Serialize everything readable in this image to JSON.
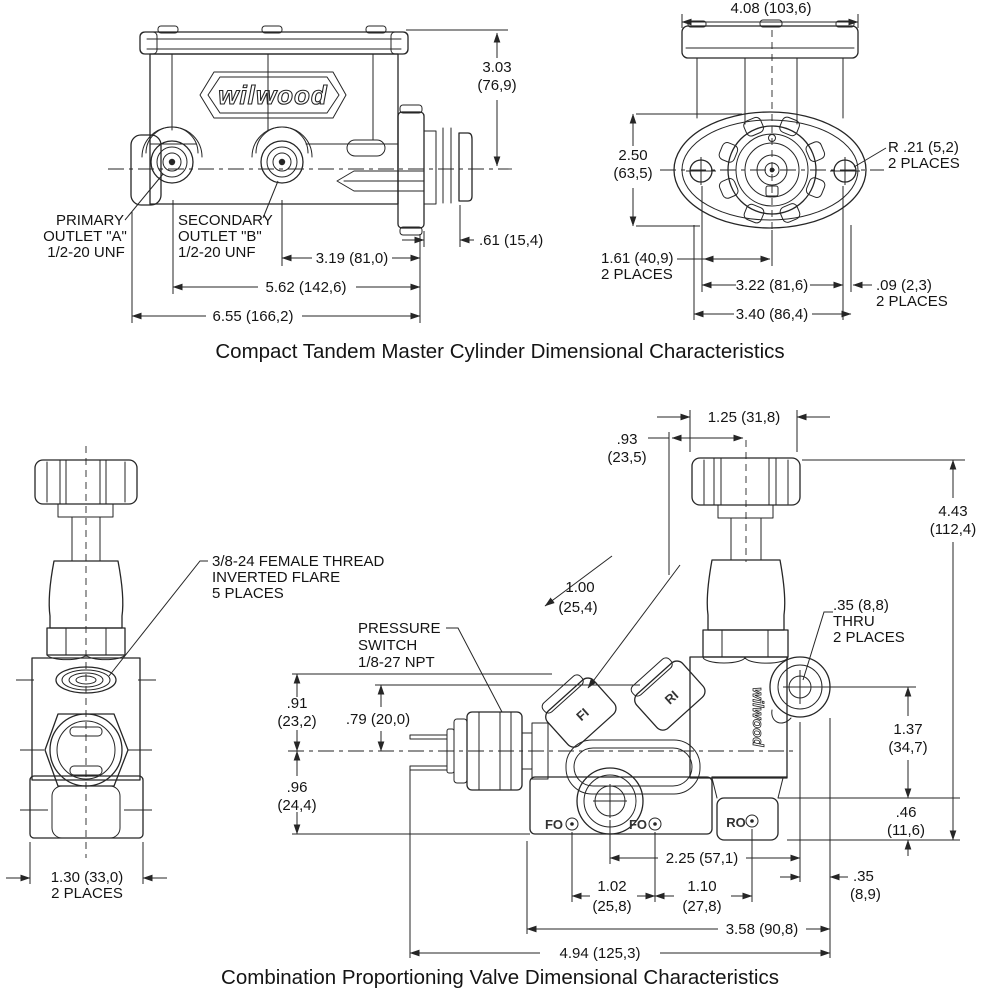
{
  "mc": {
    "caption": "Compact Tandem Master Cylinder Dimensional Characteristics",
    "brand": "wilwood",
    "side": {
      "primary": [
        "PRIMARY",
        "OUTLET \"A\"",
        "1/2-20 UNF"
      ],
      "secondary": [
        "SECONDARY",
        "OUTLET \"B\"",
        "1/2-20 UNF"
      ],
      "dim_height": [
        "3.03",
        "(76,9)"
      ],
      "dim_pushrod": ".61 (15,4)",
      "dim_outlet_b": "3.19 (81,0)",
      "dim_outlet_a": "5.62 (142,6)",
      "dim_overall": "6.55 (166,2)"
    },
    "end": {
      "dim_width": "4.08 (103,6)",
      "dim_flange_height": [
        "2.50",
        "(63,5)"
      ],
      "slot_radius": [
        "R .21 (5,2)",
        "2 PLACES"
      ],
      "dim_center_bolt": [
        "1.61 (40,9)",
        "2 PLACES"
      ],
      "dim_bolt_span": "3.22 (81,6)",
      "dim_slot_offset": [
        ".09 (2,3)",
        "2 PLACES"
      ],
      "dim_flange_span": "3.40 (86,4)"
    }
  },
  "pv": {
    "caption": "Combination Proportioning Valve Dimensional Characteristics",
    "brand": "wilwood",
    "end": {
      "thread_label": [
        "3/8-24 FEMALE THREAD",
        "INVERTED FLARE",
        "5 PLACES"
      ],
      "dim_width": [
        "1.30 (33,0)",
        "2 PLACES"
      ]
    },
    "side": {
      "pressure_switch": [
        "PRESSURE",
        "SWITCH",
        "1/8-27 NPT"
      ],
      "ports": {
        "fi": "FI",
        "ri": "RI",
        "fo_left": "FO",
        "fo_right": "FO",
        "ro": "RO"
      },
      "dim_knob_offset": [
        ".93",
        "(23,5)"
      ],
      "dim_knob_width": "1.25 (31,8)",
      "dim_overall_height": [
        "4.43",
        "(112,4)"
      ],
      "dim_inlet": [
        "1.00",
        "(25,4)"
      ],
      "mount_hole": [
        ".35 (8,8)",
        "THRU",
        "2 PLACES"
      ],
      "dim_sw_upper": [
        ".91",
        "(23,2)"
      ],
      "dim_sw_center": ".79 (20,0)",
      "dim_sw_lower": [
        ".96",
        "(24,4)"
      ],
      "dim_boss_drop": [
        "1.37",
        "(34,7)"
      ],
      "dim_step": [
        ".46",
        "(11,6)"
      ],
      "dim_fo_boss": "2.25 (57,1)",
      "dim_fo_spacing": [
        "1.02",
        "(25,8)"
      ],
      "dim_fo_ro": [
        "1.10",
        "(27,8)"
      ],
      "dim_edge": [
        ".35",
        "(8,9)"
      ],
      "dim_body_len": "3.58 (90,8)",
      "dim_overall_len": "4.94 (125,3)"
    }
  }
}
